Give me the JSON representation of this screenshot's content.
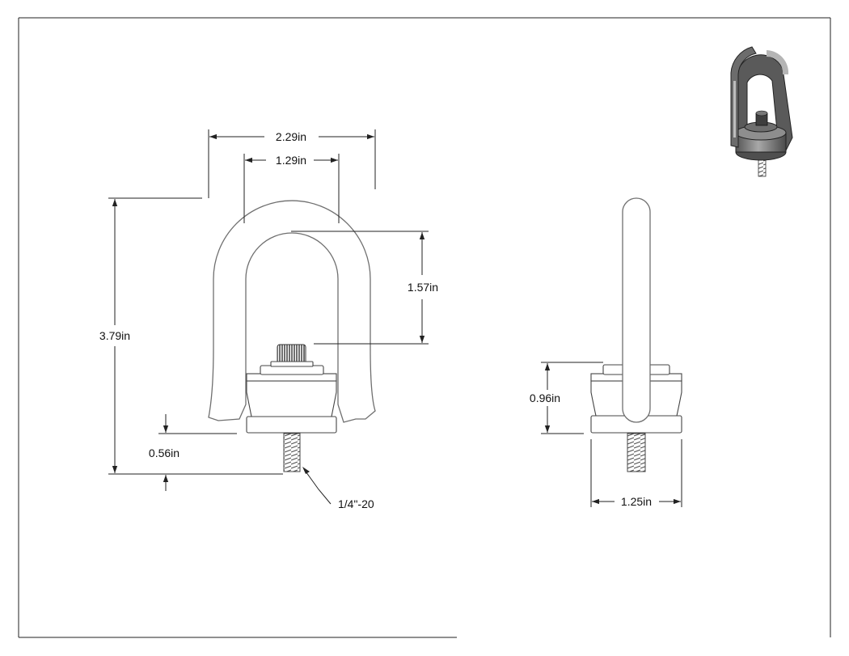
{
  "dimensions": {
    "overall_width": "2.29in",
    "inner_width": "1.29in",
    "inner_height": "1.57in",
    "overall_height": "3.79in",
    "thread_length": "0.56in",
    "thread_spec": "1/4\"-20",
    "side_body_height": "0.96in",
    "side_body_width": "1.25in"
  },
  "colors": {
    "outline": "#6f6f6f",
    "dimension_line": "#222222",
    "render_body": "#6a6a6a",
    "render_highlight": "#a8a8a8",
    "thread": "#8a8a8a"
  }
}
